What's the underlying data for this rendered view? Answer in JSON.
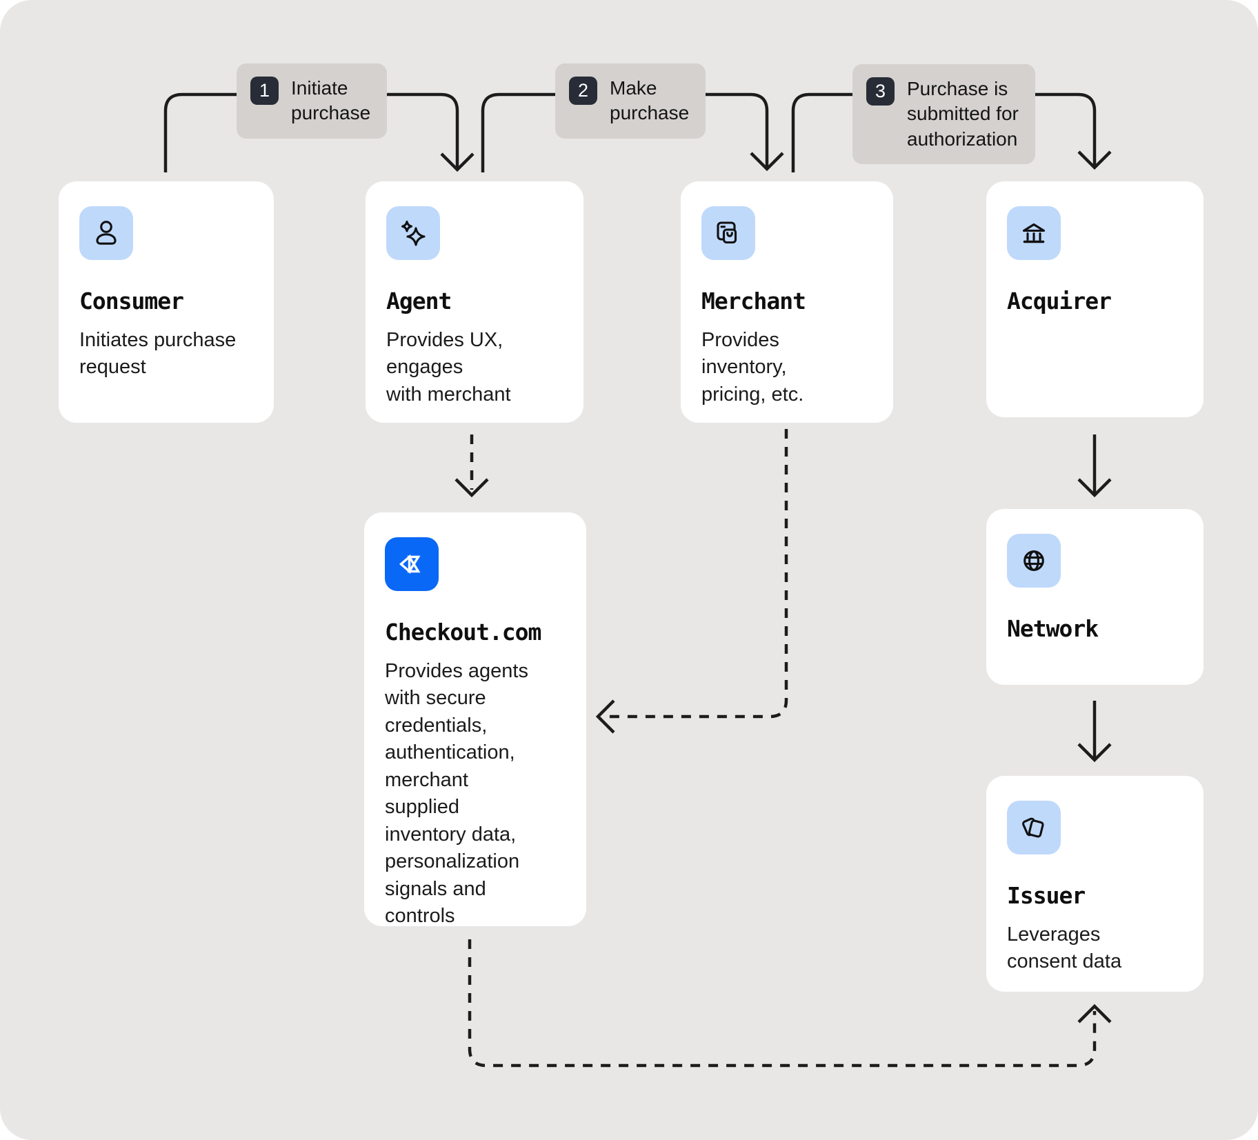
{
  "colors": {
    "canvas_bg": "#e9e7e6",
    "card_bg": "#ffffff",
    "step_label_bg": "#d4d1ce",
    "step_number_bg": "#272c36",
    "icon_chip_bg": "#bfd9fb",
    "brand_blue": "#0a68f6",
    "line": "#1c1c1c",
    "text": "#141414"
  },
  "steps": [
    {
      "number": "1",
      "text": "Initiate\npurchase"
    },
    {
      "number": "2",
      "text": "Make\npurchase"
    },
    {
      "number": "3",
      "text": "Purchase is\nsubmitted for\nauthorization"
    }
  ],
  "cards": {
    "consumer": {
      "title": "Consumer",
      "description": "Initiates purchase\nrequest",
      "icon": "person-icon"
    },
    "agent": {
      "title": "Agent",
      "description": "Provides UX,\nengages\nwith merchant",
      "icon": "sparkles-icon"
    },
    "merchant": {
      "title": "Merchant",
      "description": "Provides\ninventory,\npricing, etc.",
      "icon": "storefront-bag-icon"
    },
    "acquirer": {
      "title": "Acquirer",
      "description": "",
      "icon": "bank-icon"
    },
    "checkout": {
      "title": "Checkout.com",
      "description": "Provides agents\nwith secure\ncredentials,\nauthentication,\nmerchant\nsupplied\ninventory data,\npersonalization\nsignals and\ncontrols",
      "icon": "checkout-logo-icon"
    },
    "network": {
      "title": "Network",
      "description": "",
      "icon": "globe-icon"
    },
    "issuer": {
      "title": "Issuer",
      "description": "Leverages\nconsent data",
      "icon": "payment-cards-icon"
    }
  }
}
